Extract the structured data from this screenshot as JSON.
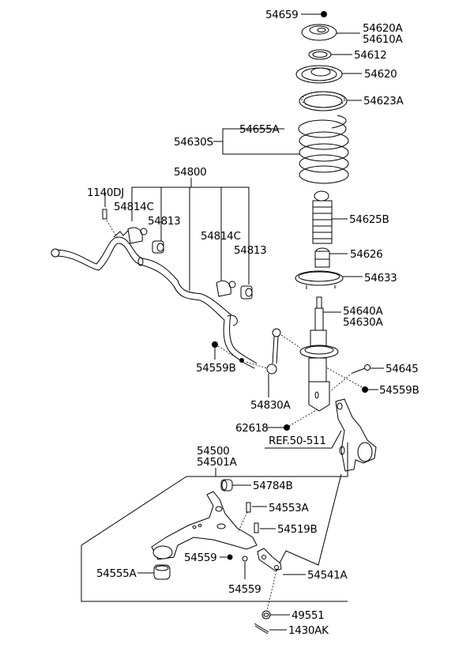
{
  "diagram": {
    "title": "Front Suspension Exploded Parts Diagram",
    "colors": {
      "line": "#000000",
      "background": "#ffffff"
    },
    "labels": {
      "p54659": "54659",
      "p54620A": "54620A",
      "p54610A": "54610A",
      "p54612": "54612",
      "p54620": "54620",
      "p54623A": "54623A",
      "p54655A": "54655A",
      "p54630S": "54630S",
      "p54800": "54800",
      "p1140DJ": "1140DJ",
      "p54814C_a": "54814C",
      "p54813_a": "54813",
      "p54814C_b": "54814C",
      "p54813_b": "54813",
      "p54625B": "54625B",
      "p54626": "54626",
      "p54633": "54633",
      "p54640A": "54640A",
      "p54630A": "54630A",
      "p54645": "54645",
      "p54559B_a": "54559B",
      "p54559B_b": "54559B",
      "p54830A": "54830A",
      "p62618": "62618",
      "ref": "REF.50-511",
      "p54500": "54500",
      "p54501A": "54501A",
      "p54784B": "54784B",
      "p54553A": "54553A",
      "p54519B": "54519B",
      "p54559_a": "54559",
      "p54559_b": "54559",
      "p54555A": "54555A",
      "p54541A": "54541A",
      "p49551": "49551",
      "p1430AK": "1430AK"
    }
  }
}
